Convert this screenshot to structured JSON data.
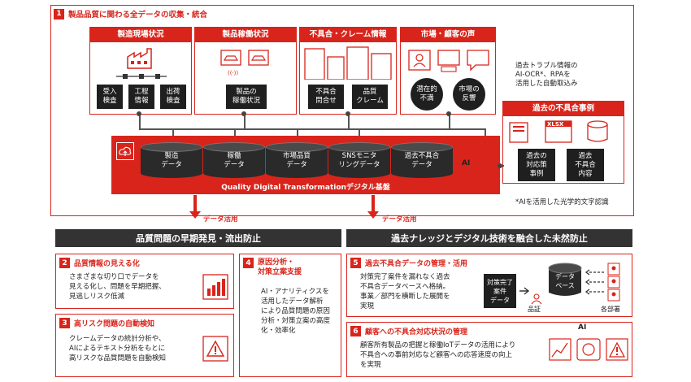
{
  "section1": {
    "num": "1",
    "title": "製品品質に関わる全データの収集・統合",
    "sources": [
      {
        "title": "製造現場状況",
        "items": [
          "受入\n検査",
          "工程\n情報",
          "出荷\n検査"
        ]
      },
      {
        "title": "製品稼働状況",
        "items": [
          "製品の\n稼働状況"
        ]
      },
      {
        "title": "不具合・クレーム情報",
        "items": [
          "不具合\n問合せ",
          "品質\nクレーム"
        ]
      },
      {
        "title": "市場・顧客の声",
        "items": [
          "潜在的\n不満",
          "市場の\n反響"
        ]
      }
    ],
    "past": {
      "note": "過去トラブル情報の\nAI-OCR*、RPAを\n活用した自動取込み",
      "title": "過去の不具合事例",
      "xlsx": "XLSX",
      "items": [
        "過去の\n対応策\n事例",
        "過去\n不具合\n内容"
      ]
    },
    "platform": {
      "label": "Quality Digital Transformationデジタル基盤",
      "dbs": [
        "製造\nデータ",
        "稼働\nデータ",
        "市場品質\nデータ",
        "SNSモニタ\nリングデータ",
        "過去不具合\nデータ"
      ]
    },
    "ai_label": "AI",
    "footnote": "*AIを活用した光学的文字認識"
  },
  "arrows": {
    "left": "データ活用",
    "right": "データ活用"
  },
  "banners": {
    "left": "品質問題の早期発見・流出防止",
    "right": "過去ナレッジとデジタル技術を融合した未然防止"
  },
  "boxes": {
    "b2": {
      "num": "2",
      "title": "品質情報の見える化",
      "text": "さまざまな切り口でデータを\n見える化し、問題を早期把握、\n見逃しリスク低減"
    },
    "b3": {
      "num": "3",
      "title": "高リスク問題の自動検知",
      "text": "クレームデータの統計分析や、\nAIによるテキスト分析をもとに\n高リスクな品質問題を自動検知"
    },
    "b4": {
      "num": "4",
      "title": "原因分析・\n対策立案支援",
      "text": "AI・アナリティクスを\n活用したデータ解析\nにより品質問題の原因\n分析・対策立案の高度\n化・効率化"
    },
    "b5": {
      "num": "5",
      "title": "過去不具合データの管理・活用",
      "text": "対策完了案件を漏れなく過去\n不具合データベースへ格納。\n事業／部門を横断した展開を\n実現",
      "card": "対策完了\n案件\nデータ",
      "db": "データ\nベース",
      "hinsho": "品証",
      "bumon": "各部署"
    },
    "b6": {
      "num": "6",
      "title": "顧客への不具合対応状況の管理",
      "text": "顧客所有製品の把握と稼働IoTデータの活用により\n不具合への事前対応など顧客への応答速度の向上\nを実現",
      "ai": "AI"
    }
  }
}
